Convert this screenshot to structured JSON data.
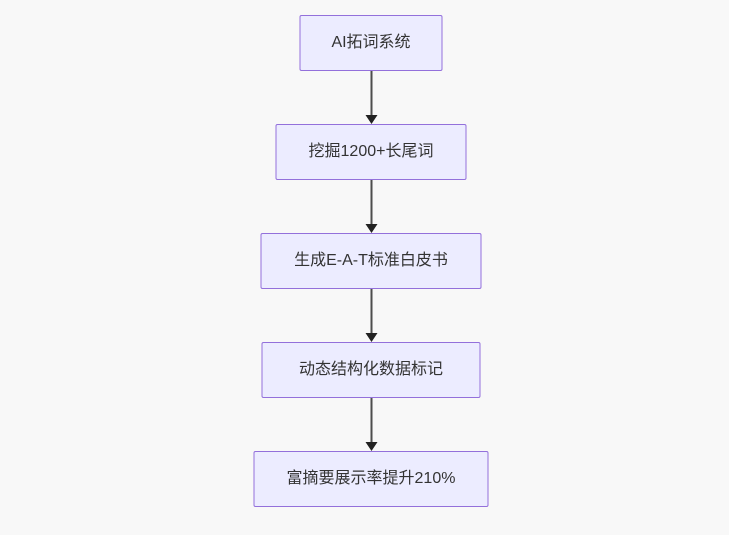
{
  "page": {
    "background_color": "#f8f8f8"
  },
  "diagram": {
    "type": "flowchart",
    "direction": "top-down",
    "node_fill_color": "#ECECFF",
    "node_border_color": "#9370DB",
    "node_text_color": "#333333",
    "arrow_color": "#333333",
    "nodes": [
      {
        "label": "AI拓词系统"
      },
      {
        "label": "挖掘1200+长尾词"
      },
      {
        "label": "生成E-A-T标准白皮书"
      },
      {
        "label": "动态结构化数据标记"
      },
      {
        "label": "富摘要展示率提升210%"
      }
    ]
  }
}
